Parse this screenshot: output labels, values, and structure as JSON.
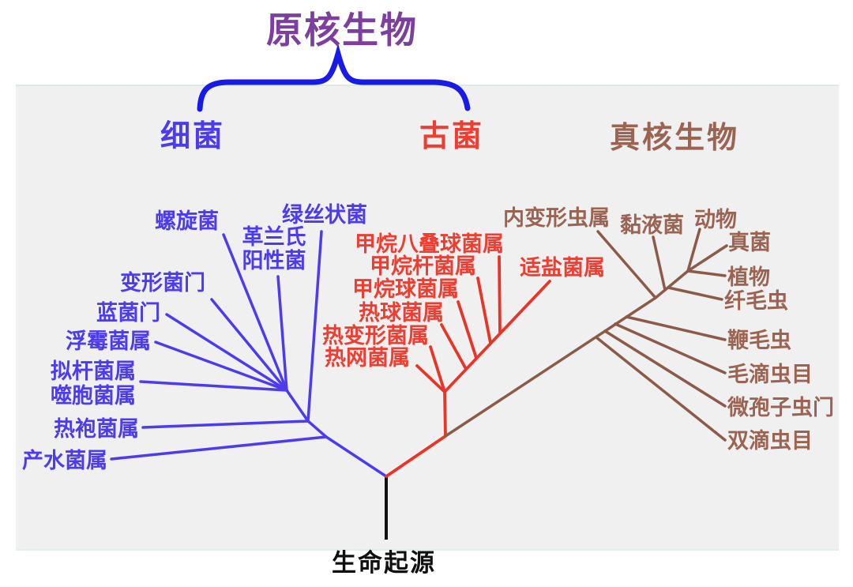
{
  "title": {
    "text": "原核生物"
  },
  "root_label": "生命起源",
  "groups": {
    "bacteria": {
      "header": "细菌",
      "color": "#4c3bef",
      "taxa": [
        "螺旋菌",
        "绿丝状菌",
        "革兰氏\n阳性菌",
        "变形菌门",
        "蓝菌门",
        "浮霉菌属",
        "拟杆菌属",
        "噬胞菌属",
        "热袍菌属",
        "产水菌属"
      ]
    },
    "archaea": {
      "header": "古菌",
      "color": "#ee3d31",
      "taxa": [
        "甲烷八叠球菌属",
        "甲烷杆菌属",
        "甲烷球菌属",
        "热球菌属",
        "热变形菌属",
        "热网菌属",
        "适盐菌属"
      ]
    },
    "eukaryota": {
      "header": "真核生物",
      "color": "#9a6352",
      "taxa": [
        "内变形虫属",
        "黏液菌",
        "动物",
        "真菌",
        "植物",
        "纤毛虫",
        "鞭毛虫",
        "毛滴虫目",
        "微孢子虫门",
        "双滴虫目"
      ]
    }
  },
  "colors": {
    "title": "#7c3f9e",
    "brace": "#1a1ae6",
    "bacteria_lines": "#4c3bef",
    "archaea_lines": "#e73529",
    "eukaryota_lines": "#8c5a48",
    "root_line": "#111111",
    "panel_bg": "#f0f0f1"
  }
}
